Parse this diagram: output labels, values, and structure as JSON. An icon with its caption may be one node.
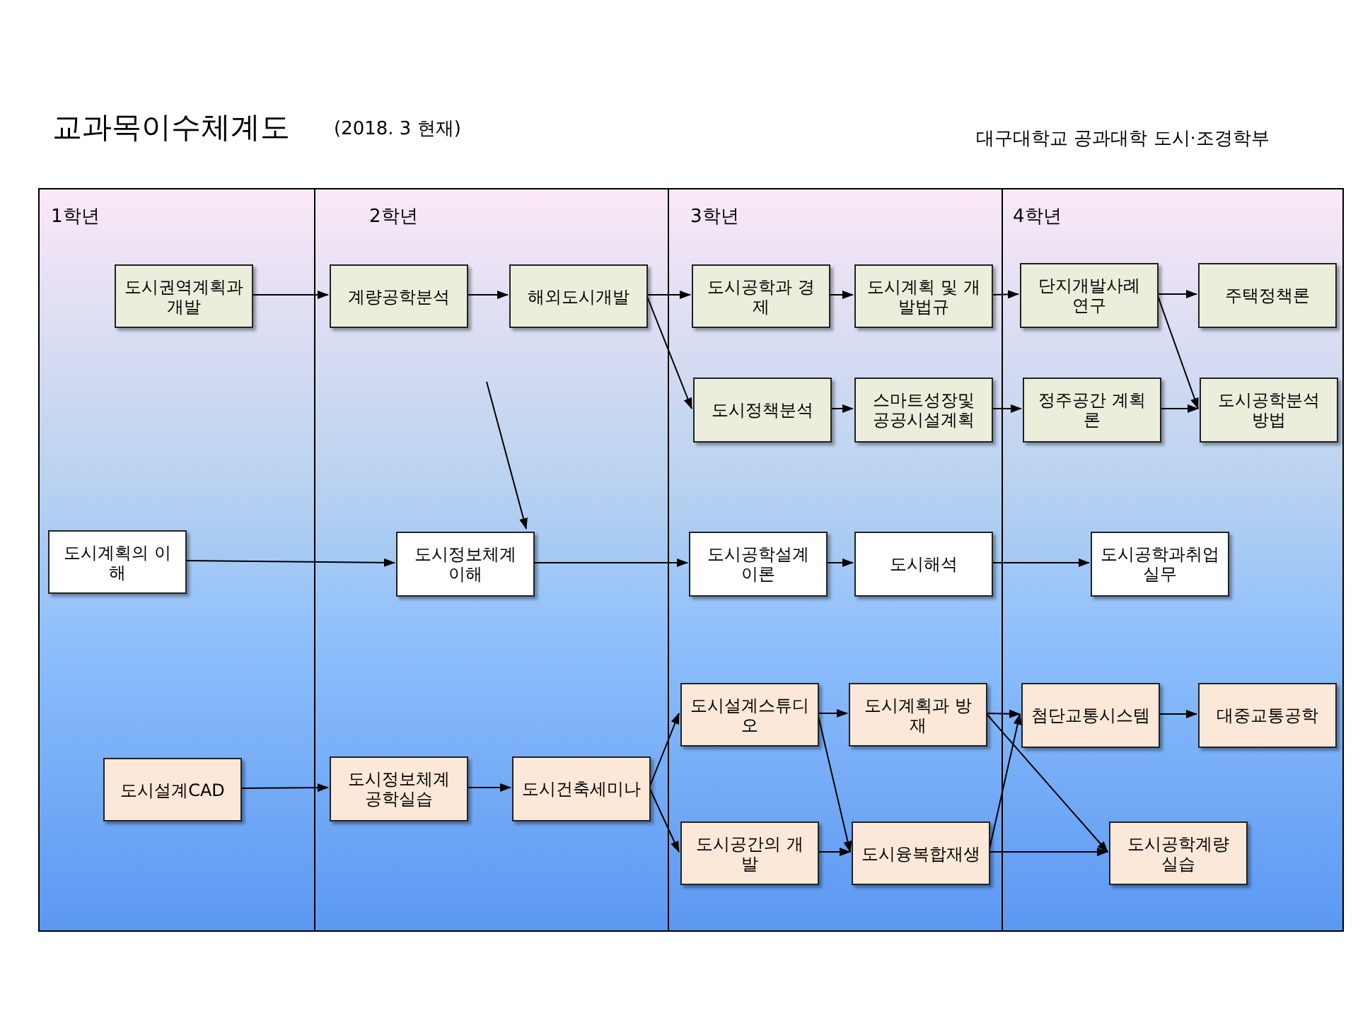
{
  "diagram": {
    "title": "교과목이수체계도",
    "nodes": [
      {
        "text": [
          "1학년"
        ]
      },
      {
        "text": [
          "2학년"
        ]
      },
      {
        "text": [
          "3학년"
        ]
      },
      {
        "text": [
          "4학년"
        ]
      },
      {
        "text": [
          "도시권역계획과 개발"
        ],
        "in": 0
      },
      {
        "text": [
          "계량공학분석"
        ],
        "in": 1
      },
      {
        "text": [
          "해외도시개발"
        ],
        "in": 1
      },
      {
        "text": [
          "도시공학과 경제"
        ],
        "in": 2
      },
      {
        "text": [
          "도시계획 및 개발법규"
        ],
        "in": 2
      },
      {
        "text": [
          "단지개발사례 연구"
        ],
        "in": 3
      },
      {
        "text": [
          "주택정책론"
        ],
        "in": 3
      },
      {
        "text": [
          "도시정책분석"
        ],
        "in": 2
      },
      {
        "text": [
          "스마트성장및 공공시설계획"
        ],
        "in": 2
      },
      {
        "text": [
          "정주공간 계획론"
        ],
        "in": 3
      },
      {
        "text": [
          "도시공학분석 방법"
        ],
        "in": 3
      },
      {
        "text": [
          "도시계획의 이해"
        ],
        "in": 0
      },
      {
        "text": [
          "도시정보체계 이해"
        ],
        "in": 1
      },
      {
        "text": [
          "도시공학설계 이론"
        ],
        "in": 2
      },
      {
        "text": [
          "도시해석"
        ],
        "in": 2
      },
      {
        "text": [
          "도시공학과취업실무"
        ],
        "in": 3
      },
      {
        "text": [
          "도시설계스튜디오"
        ],
        "in": 2
      },
      {
        "text": [
          "도시계획과 방재"
        ],
        "in": 2
      },
      {
        "text": [
          "첨단교통시스템"
        ],
        "in": 3
      },
      {
        "text": [
          "대중교통공학"
        ],
        "in": 3
      },
      {
        "text": [
          "도시설계CAD"
        ],
        "in": 0
      },
      {
        "text": [
          "도시정보체계 공학실습"
        ],
        "in": 1
      },
      {
        "text": [
          "도시건축세미나"
        ],
        "in": 1
      },
      {
        "text": [
          "도시공간의 개발"
        ],
        "in": 2
      },
      {
        "text": [
          "도시융복합재생"
        ],
        "in": 2
      },
      {
        "text": [
          "도시공학계량 실습"
        ],
        "in": 3
      }
    ],
    "edges": [
      {
        "from": 4,
        "to": 5,
        "arrow": "to"
      },
      {
        "from": 5,
        "to": 6,
        "arrow": "to"
      },
      {
        "from": 6,
        "to": 7,
        "arrow": "to"
      },
      {
        "from": 6,
        "to": 11,
        "arrow": "to"
      },
      {
        "from": 7,
        "to": 8,
        "arrow": "to"
      },
      {
        "from": 8,
        "to": 9,
        "arrow": "to"
      },
      {
        "from": 9,
        "to": 10,
        "arrow": "to"
      },
      {
        "from": 9,
        "to": 14,
        "arrow": "to"
      },
      {
        "from": 11,
        "to": 12,
        "arrow": "to"
      },
      {
        "from": 12,
        "to": 13,
        "arrow": "to"
      },
      {
        "from": 13,
        "to": 14,
        "arrow": "to"
      },
      {
        "from": null,
        "to": 16,
        "arrow": "to"
      },
      {
        "from": 15,
        "to": 16,
        "arrow": "to"
      },
      {
        "from": 16,
        "to": 17,
        "arrow": "to"
      },
      {
        "from": 17,
        "to": 18,
        "arrow": "to"
      },
      {
        "from": 18,
        "to": 19,
        "arrow": "to"
      },
      {
        "from": 20,
        "to": 21,
        "arrow": "to"
      },
      {
        "from": 20,
        "to": 28,
        "arrow": "to"
      },
      {
        "from": 21,
        "to": 22,
        "arrow": "to"
      },
      {
        "from": 21,
        "to": 29,
        "arrow": "to"
      },
      {
        "from": 22,
        "to": 23,
        "arrow": "to"
      },
      {
        "from": 24,
        "to": 25,
        "arrow": "to"
      },
      {
        "from": 25,
        "to": 26,
        "arrow": "to"
      },
      {
        "from": 26,
        "to": 20,
        "arrow": "to"
      },
      {
        "from": 26,
        "to": 27,
        "arrow": "to"
      },
      {
        "from": 27,
        "to": 28,
        "arrow": "to"
      },
      {
        "from": 28,
        "to": 22,
        "arrow": "to"
      },
      {
        "from": 28,
        "to": 29,
        "arrow": "to"
      }
    ],
    "labels": [
      "(2018. 3 현재)",
      "대구대학교 공과대학 도시·조경학부"
    ]
  }
}
